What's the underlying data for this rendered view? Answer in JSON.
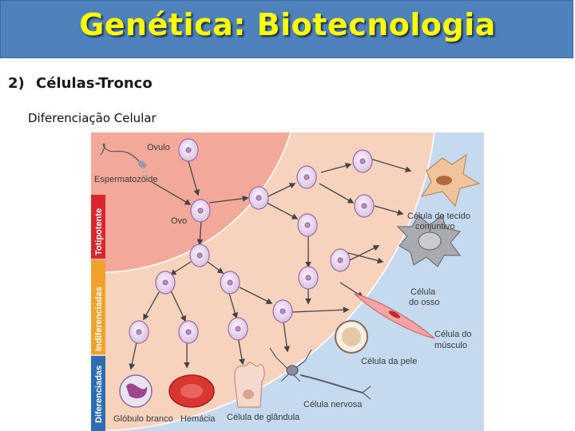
{
  "slide": {
    "title": "Genética: Biotecnologia",
    "section_number": "2)",
    "section_title": "Células-Tronco",
    "caption": "Diferenciação Celular"
  },
  "diagram": {
    "stages": [
      "Totipotente",
      "Indiferenciadas",
      "Diferenciadas"
    ],
    "labels": {
      "ovulo": "Ovulo",
      "espermatozoide": "Espermatozóide",
      "ovo": "Ovo",
      "tecido_conjuntivo_1": "Célula do tecido",
      "tecido_conjuntivo_2": "conjuntivo",
      "osso_1": "Célula",
      "osso_2": "do osso",
      "musculo_1": "Célula do",
      "musculo_2": "músculo",
      "pele": "Célula da pele",
      "nervosa": "Célula nervosa",
      "globulo": "Glóbulo branco",
      "hemacia": "Hemácia",
      "glandula": "Célula de glândula"
    },
    "colors": {
      "outer_blue": "#c5d9ef",
      "middle_zone": "#f7d2bd",
      "inner_zone": "#f3a99a",
      "cell_fill": "#e8d8ee",
      "cell_stroke": "#9a6aa6",
      "totipotente": "#d7262f",
      "indiferenciadas": "#f0a22a",
      "diferenciadas": "#2e6db4"
    }
  }
}
